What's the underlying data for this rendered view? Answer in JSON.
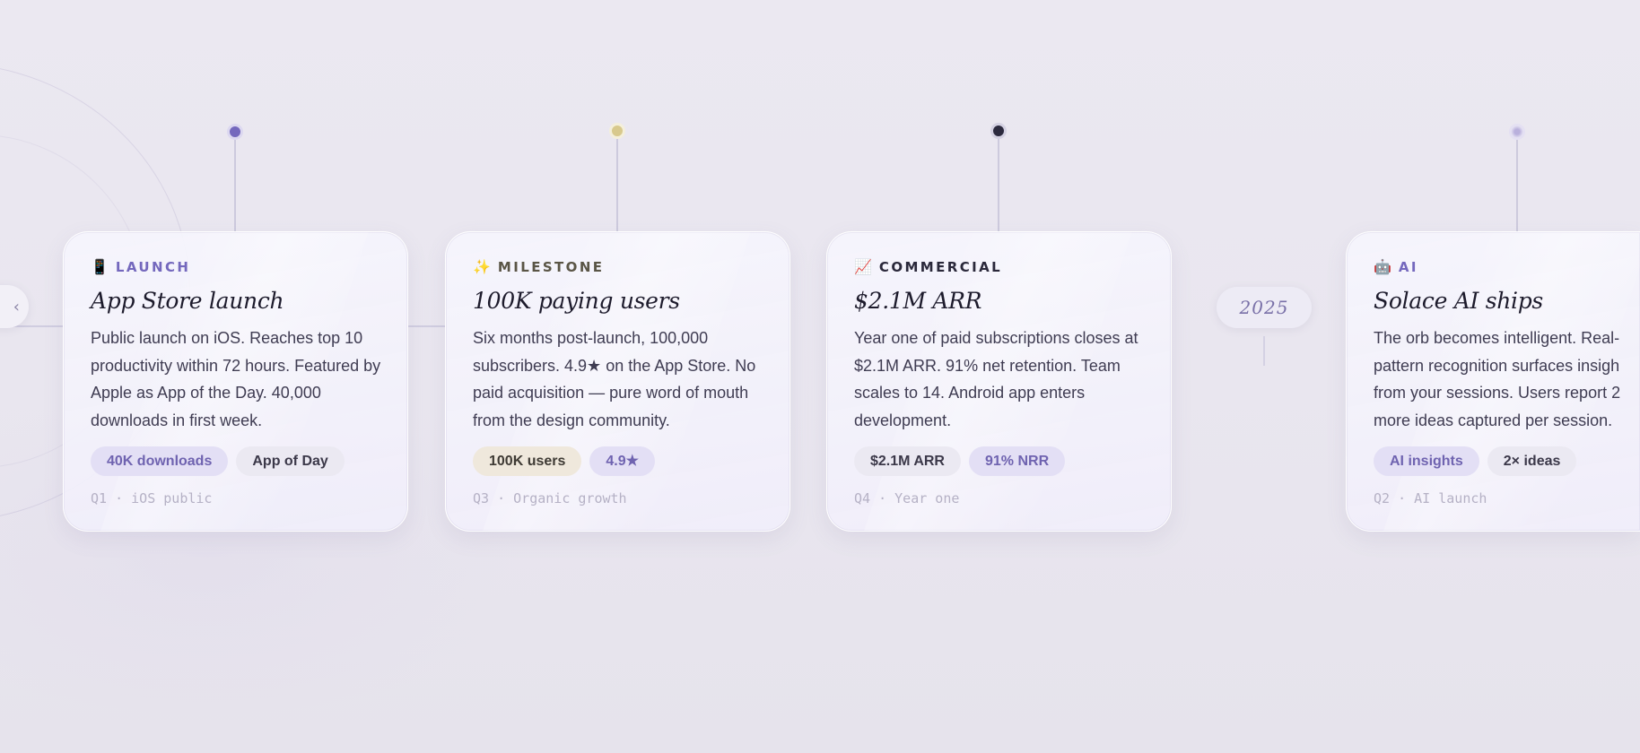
{
  "colors": {
    "accent_purple": "#7468bd",
    "gold": "#d8c98d",
    "navy": "#2c2a3e",
    "ai_lavender": "#b9b0dc"
  },
  "year_marker": "2025",
  "cards": [
    {
      "icon": "mobile-phone-icon",
      "icon_glyph": "📱",
      "category": "LAUNCH",
      "category_color": "#7468bd",
      "title": "App Store launch",
      "body": "Public launch on iOS. Reaches top 10 productivity within 72 hours. Featured by Apple as App of the Day. 40,000 downloads in first week.",
      "pills": [
        "40K downloads",
        "App of Day"
      ],
      "meta": "Q1 · iOS public"
    },
    {
      "icon": "sparkles-icon",
      "icon_glyph": "✨",
      "category": "MILESTONE",
      "category_color": "#5a5546",
      "title": "100K paying users",
      "body": "Six months post-launch, 100,000 subscribers. 4.9★ on the App Store. No paid acquisition — pure word of mouth from the design community.",
      "pills": [
        "100K users",
        "4.9★"
      ],
      "meta": "Q3 · Organic growth"
    },
    {
      "icon": "chart-increasing-icon",
      "icon_glyph": "📈",
      "category": "COMMERCIAL",
      "category_color": "#2a283a",
      "title": "$2.1M ARR",
      "body": "Year one of paid subscriptions closes at $2.1M ARR. 91% net retention. Team scales to 14. Android app enters development.",
      "pills": [
        "$2.1M ARR",
        "91% NRR"
      ],
      "meta": "Q4 · Year one"
    },
    {
      "icon": "robot-icon",
      "icon_glyph": "🤖",
      "category": "AI",
      "category_color": "#7468bd",
      "title": "Solace AI ships",
      "body_lines": [
        "The orb becomes intelligent. Real-",
        "pattern recognition surfaces insigh",
        "from your sessions. Users report 2",
        "more ideas captured per session."
      ],
      "pills": [
        "AI insights",
        "2× ideas"
      ],
      "meta": "Q2 · AI launch"
    }
  ]
}
